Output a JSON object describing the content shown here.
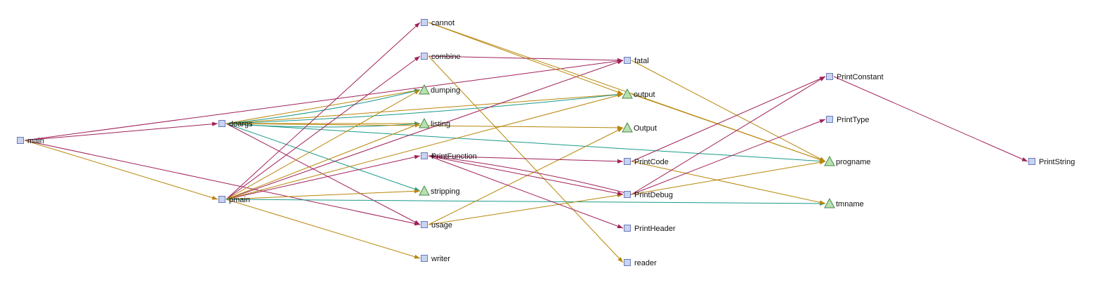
{
  "colors": {
    "call": "#a0205a",
    "reads": "#b8860b",
    "writes": "#1a9a8a",
    "function_fill": "#c8d4f0",
    "function_stroke": "#6a7ab8",
    "variable_fill": "#b8e0b0",
    "variable_stroke": "#4a8a4a"
  },
  "nodes": [
    {
      "id": "main",
      "label": "main",
      "shape": "square"
    },
    {
      "id": "doargs",
      "label": "doargs",
      "shape": "square"
    },
    {
      "id": "pmain",
      "label": "pmain",
      "shape": "square"
    },
    {
      "id": "cannot",
      "label": "cannot",
      "shape": "square"
    },
    {
      "id": "combine",
      "label": "combine",
      "shape": "square"
    },
    {
      "id": "dumping",
      "label": "dumping",
      "shape": "triangle"
    },
    {
      "id": "listing",
      "label": "listing",
      "shape": "triangle"
    },
    {
      "id": "PrintFunction",
      "label": "PrintFunction",
      "shape": "square"
    },
    {
      "id": "stripping",
      "label": "stripping",
      "shape": "triangle"
    },
    {
      "id": "usage",
      "label": "usage",
      "shape": "square"
    },
    {
      "id": "writer",
      "label": "writer",
      "shape": "square"
    },
    {
      "id": "fatal",
      "label": "fatal",
      "shape": "square"
    },
    {
      "id": "output",
      "label": "output",
      "shape": "triangle"
    },
    {
      "id": "Output",
      "label": "Output",
      "shape": "triangle"
    },
    {
      "id": "PrintCode",
      "label": "PrintCode",
      "shape": "square"
    },
    {
      "id": "PrintDebug",
      "label": "PrintDebug",
      "shape": "square"
    },
    {
      "id": "PrintHeader",
      "label": "PrintHeader",
      "shape": "square"
    },
    {
      "id": "reader",
      "label": "reader",
      "shape": "square"
    },
    {
      "id": "PrintConstant",
      "label": "PrintConstant",
      "shape": "square"
    },
    {
      "id": "PrintType",
      "label": "PrintType",
      "shape": "square"
    },
    {
      "id": "progname",
      "label": "progname",
      "shape": "triangle"
    },
    {
      "id": "tmname",
      "label": "tmname",
      "shape": "triangle"
    },
    {
      "id": "PrintString",
      "label": "PrintString",
      "shape": "square"
    }
  ],
  "edges": [
    {
      "from": "main",
      "to": "doargs",
      "kind": "call"
    },
    {
      "from": "main",
      "to": "fatal",
      "kind": "call"
    },
    {
      "from": "main",
      "to": "usage",
      "kind": "call"
    },
    {
      "from": "main",
      "to": "pmain",
      "kind": "reads"
    },
    {
      "from": "doargs",
      "to": "dumping",
      "kind": "reads"
    },
    {
      "from": "doargs",
      "to": "listing",
      "kind": "reads"
    },
    {
      "from": "doargs",
      "to": "output",
      "kind": "reads"
    },
    {
      "from": "doargs",
      "to": "output",
      "kind": "writes"
    },
    {
      "from": "doargs",
      "to": "dumping",
      "kind": "writes"
    },
    {
      "from": "doargs",
      "to": "listing",
      "kind": "writes"
    },
    {
      "from": "doargs",
      "to": "stripping",
      "kind": "writes"
    },
    {
      "from": "doargs",
      "to": "progname",
      "kind": "writes"
    },
    {
      "from": "doargs",
      "to": "usage",
      "kind": "call"
    },
    {
      "from": "doargs",
      "to": "Output",
      "kind": "reads"
    },
    {
      "from": "pmain",
      "to": "cannot",
      "kind": "call"
    },
    {
      "from": "pmain",
      "to": "combine",
      "kind": "call"
    },
    {
      "from": "pmain",
      "to": "fatal",
      "kind": "call"
    },
    {
      "from": "pmain",
      "to": "PrintFunction",
      "kind": "call"
    },
    {
      "from": "pmain",
      "to": "dumping",
      "kind": "reads"
    },
    {
      "from": "pmain",
      "to": "listing",
      "kind": "reads"
    },
    {
      "from": "pmain",
      "to": "stripping",
      "kind": "reads"
    },
    {
      "from": "pmain",
      "to": "output",
      "kind": "reads"
    },
    {
      "from": "pmain",
      "to": "writer",
      "kind": "reads"
    },
    {
      "from": "pmain",
      "to": "tmname",
      "kind": "writes"
    },
    {
      "from": "cannot",
      "to": "output",
      "kind": "reads"
    },
    {
      "from": "cannot",
      "to": "progname",
      "kind": "reads"
    },
    {
      "from": "combine",
      "to": "fatal",
      "kind": "call"
    },
    {
      "from": "combine",
      "to": "reader",
      "kind": "reads"
    },
    {
      "from": "fatal",
      "to": "progname",
      "kind": "reads"
    },
    {
      "from": "output",
      "to": "progname",
      "kind": "reads"
    },
    {
      "from": "usage",
      "to": "Output",
      "kind": "reads"
    },
    {
      "from": "usage",
      "to": "PrintDebug",
      "kind": "reads"
    },
    {
      "from": "PrintFunction",
      "to": "PrintCode",
      "kind": "call"
    },
    {
      "from": "PrintFunction",
      "to": "PrintDebug",
      "kind": "call"
    },
    {
      "from": "PrintFunction",
      "to": "PrintHeader",
      "kind": "call"
    },
    {
      "from": "PrintCode",
      "to": "PrintConstant",
      "kind": "call"
    },
    {
      "from": "PrintCode",
      "to": "tmname",
      "kind": "reads"
    },
    {
      "from": "PrintDebug",
      "to": "PrintFunction",
      "kind": "call"
    },
    {
      "from": "PrintDebug",
      "to": "PrintConstant",
      "kind": "call"
    },
    {
      "from": "PrintDebug",
      "to": "PrintType",
      "kind": "call"
    },
    {
      "from": "PrintDebug",
      "to": "progname",
      "kind": "reads"
    },
    {
      "from": "PrintConstant",
      "to": "PrintString",
      "kind": "call"
    }
  ]
}
